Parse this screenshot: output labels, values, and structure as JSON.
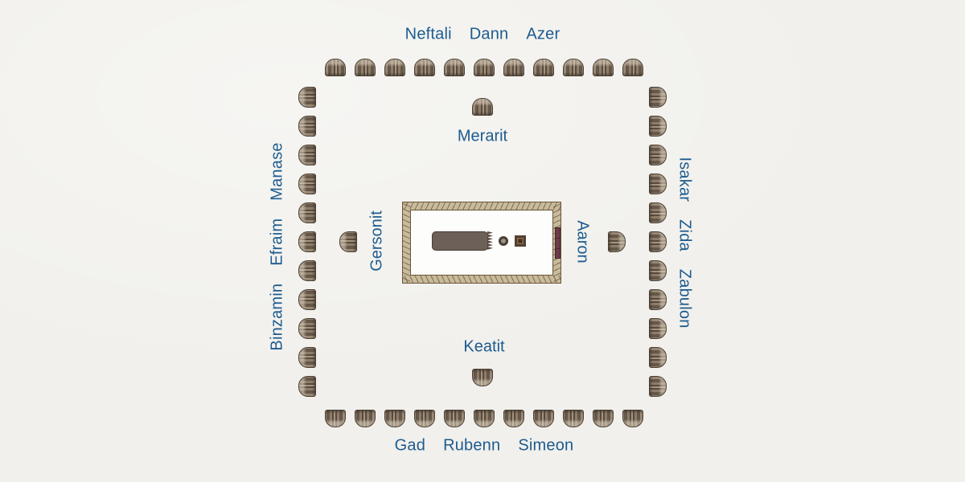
{
  "diagram": {
    "subject": "israelite-camp-around-tabernacle"
  },
  "colors": {
    "background": "#f1f0ec",
    "label_blue": "#1d5b8f",
    "tent_brown": "#8d7d69",
    "courtyard_band_tan": "#c8ba9c",
    "courtyard_outline": "#6b5638",
    "sanctuary_fill": "#6d6058",
    "curtain_maroon": "#6c3b45"
  },
  "camp": {
    "north": {
      "tribes": [
        "Neftali",
        "Dann",
        "Azer"
      ],
      "tent_count": 11
    },
    "south": {
      "tribes": [
        "Gad",
        "Rubenn",
        "Simeon"
      ],
      "tent_count": 11
    },
    "west": {
      "tribes": [
        "Binzamin",
        "Efraim",
        "Manase"
      ],
      "tent_count": 11
    },
    "east": {
      "tribes": [
        "Isakar",
        "Zida",
        "Zabulon"
      ],
      "tent_count": 11
    }
  },
  "levite_camps": {
    "north": {
      "name": "Merarit"
    },
    "south": {
      "name": "Keatit"
    },
    "west": {
      "name": "Gersonit"
    },
    "east": {
      "name": "Aaron"
    }
  }
}
